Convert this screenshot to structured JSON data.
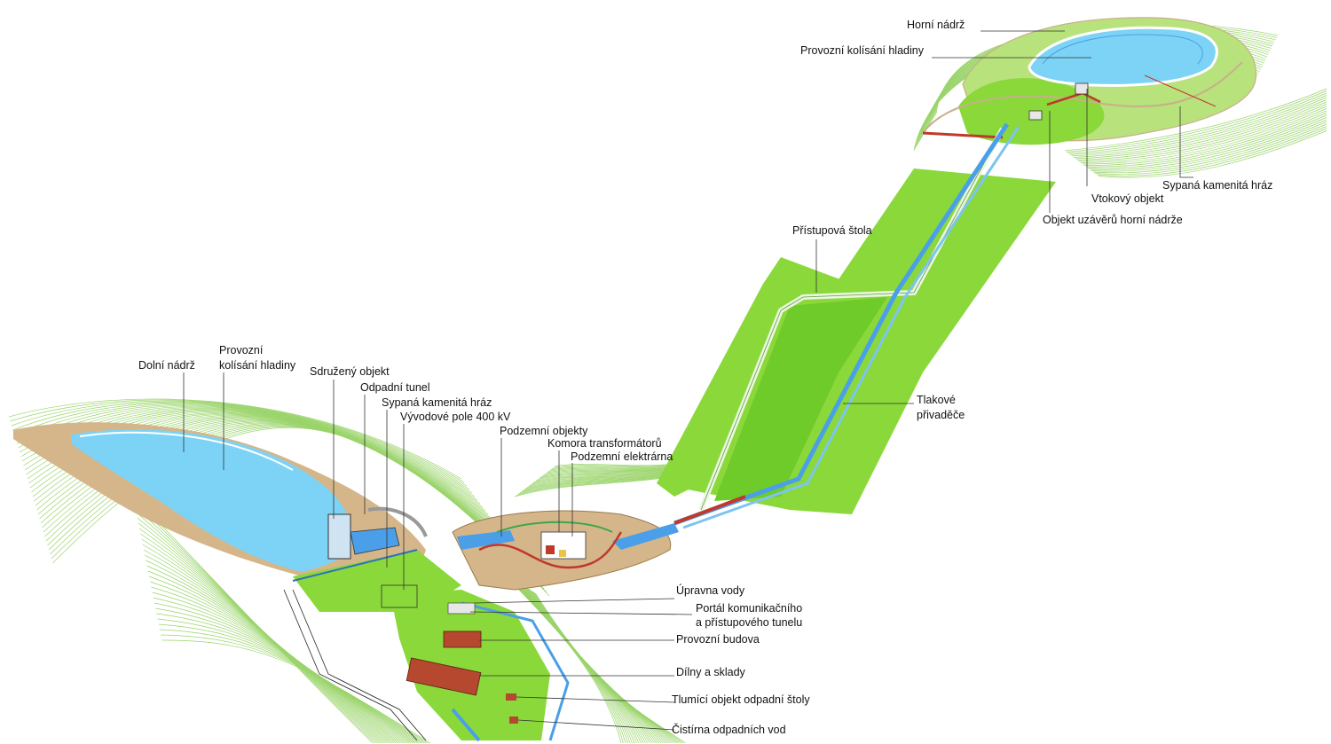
{
  "labels": {
    "horni_nadrz": "Horní nádrž",
    "provozni_kolisani_horni": "Provozní kolísání hladiny",
    "sypana_hraz_horni": "Sypaná kamenitá hráz",
    "vtokovy_objekt": "Vtokový objekt",
    "objekt_uzaveru": "Objekt uzávěrů horní nádrže",
    "pristupova_stola": "Přístupová štola",
    "tlakove_privadece_1": "Tlakové",
    "tlakove_privadece_2": "přivaděče",
    "dolni_nadrz": "Dolní nádrž",
    "provozni_kolisani_dolni_1": "Provozní",
    "provozni_kolisani_dolni_2": "kolísání hladiny",
    "sdruzeny_objekt": "Sdružený objekt",
    "odpadni_tunel": "Odpadní tunel",
    "sypana_hraz_dolni": "Sypaná kamenitá hráz",
    "vyvodove_pole": "Vývodové pole 400 kV",
    "podzemni_objekty": "Podzemní objekty",
    "komora_transformatoru": "Komora transformátorů",
    "podzemni_elektrarna": "Podzemní elektrárna",
    "upravna_vody": "Úpravna vody",
    "portal_1": "Portál komunikačního",
    "portal_2": "a přístupového tunelu",
    "provozni_budova": "Provozní budova",
    "dilny_a_sklady": "Dílny a sklady",
    "tlumici_objekt": "Tlumící objekt odpadní štoly",
    "cistirna": "Čistírna odpadních vod"
  },
  "colors": {
    "water": "#7dd3f5",
    "grass": "#8ad83a",
    "grass_light": "#b8e27c",
    "soil": "#d4b68a",
    "pipe_blue": "#4a9fe8",
    "pipe_red": "#c0392b",
    "building_red": "#b5482f"
  }
}
